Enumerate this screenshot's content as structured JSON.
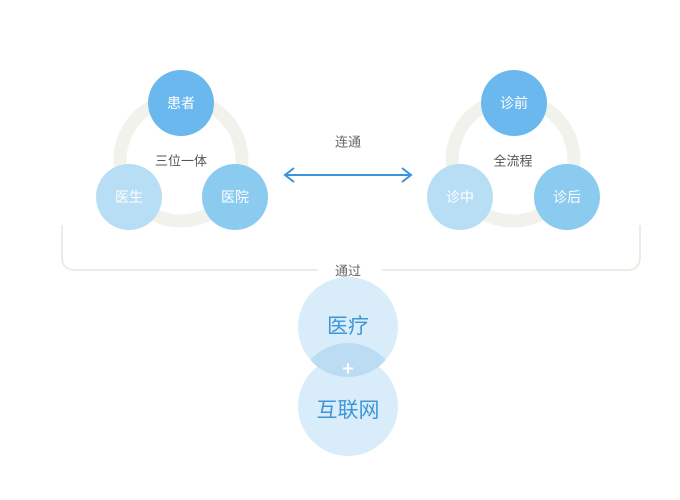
{
  "left_group": {
    "center_label": "三位一体",
    "nodes": [
      "患者",
      "医院",
      "医生"
    ]
  },
  "right_group": {
    "center_label": "全流程",
    "nodes": [
      "诊前",
      "诊后",
      "诊中"
    ]
  },
  "connector": {
    "label": "连通"
  },
  "through": {
    "label": "通过"
  },
  "venn": {
    "top_label": "医疗",
    "plus": "+",
    "bottom_label": "互联网"
  },
  "colors": {
    "node_dark": "#6ab8ee",
    "node_mid": "#8ccbf0",
    "node_light": "#b7def4",
    "ring": "#f1f2ec",
    "arrow": "#3d93d9",
    "venn_fill": "#d9ecfa",
    "venn_overlap": "#bcdcf4",
    "venn_text": "#3e96d6",
    "bracket": "#ecece4"
  }
}
